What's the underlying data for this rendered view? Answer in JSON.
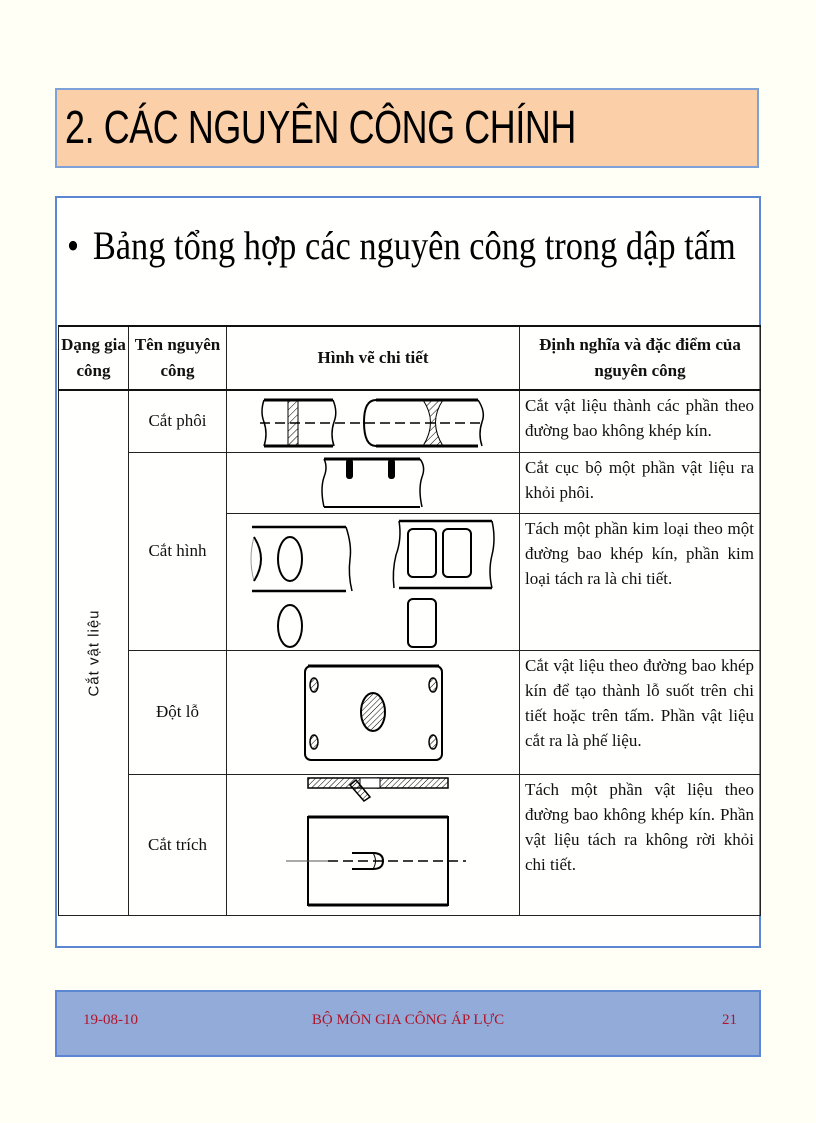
{
  "slide": {
    "title": "2. CÁC NGUYÊN CÔNG CHÍNH",
    "bullet_symbol": "•",
    "bullet_text": "Bảng tổng hợp các nguyên công trong dập tấm",
    "colors": {
      "title_background": "#fbd0a8",
      "box_border": "#5b86d4",
      "footer_background": "#92abd9",
      "footer_text": "#b0152a"
    }
  },
  "table": {
    "headers": {
      "type": "Dạng gia công",
      "name": "Tên nguyên công",
      "figure": "Hình vẽ chi tiết",
      "definition": "Định nghĩa và đặc điểm của nguyên công"
    },
    "group_label": "Cắt vật liệu",
    "rows": [
      {
        "name": "Cắt phôi",
        "figure": "cutting-blank-diagram",
        "definition": "Cắt vật liệu thành các phần theo đường bao không khép kín."
      },
      {
        "name": "Cắt hình",
        "figure": "notching-diagram",
        "definition": "Cắt cục bộ một phần vật liệu ra khỏi phôi."
      },
      {
        "name": "Cắt hình",
        "figure": "blanking-diagram",
        "definition": "Tách một phần kim loại theo một đường bao khép kín, phần kim loại tách ra là chi tiết."
      },
      {
        "name": "Đột lỗ",
        "figure": "punching-diagram",
        "definition": "Cắt vật liệu theo đường bao khép kín để tạo thành lỗ suốt trên chi tiết hoặc trên tấm. Phần vật liệu cắt ra là phế liệu."
      },
      {
        "name": "Cắt trích",
        "figure": "lancing-diagram",
        "definition": "Tách một phần vật liệu theo đường bao không khép kín. Phần vật liệu tách ra không rời khỏi chi tiết."
      }
    ]
  },
  "footer": {
    "date": "19-08-10",
    "department": "BỘ MÔN GIA CÔNG ÁP LỰC",
    "page_number": "21"
  }
}
